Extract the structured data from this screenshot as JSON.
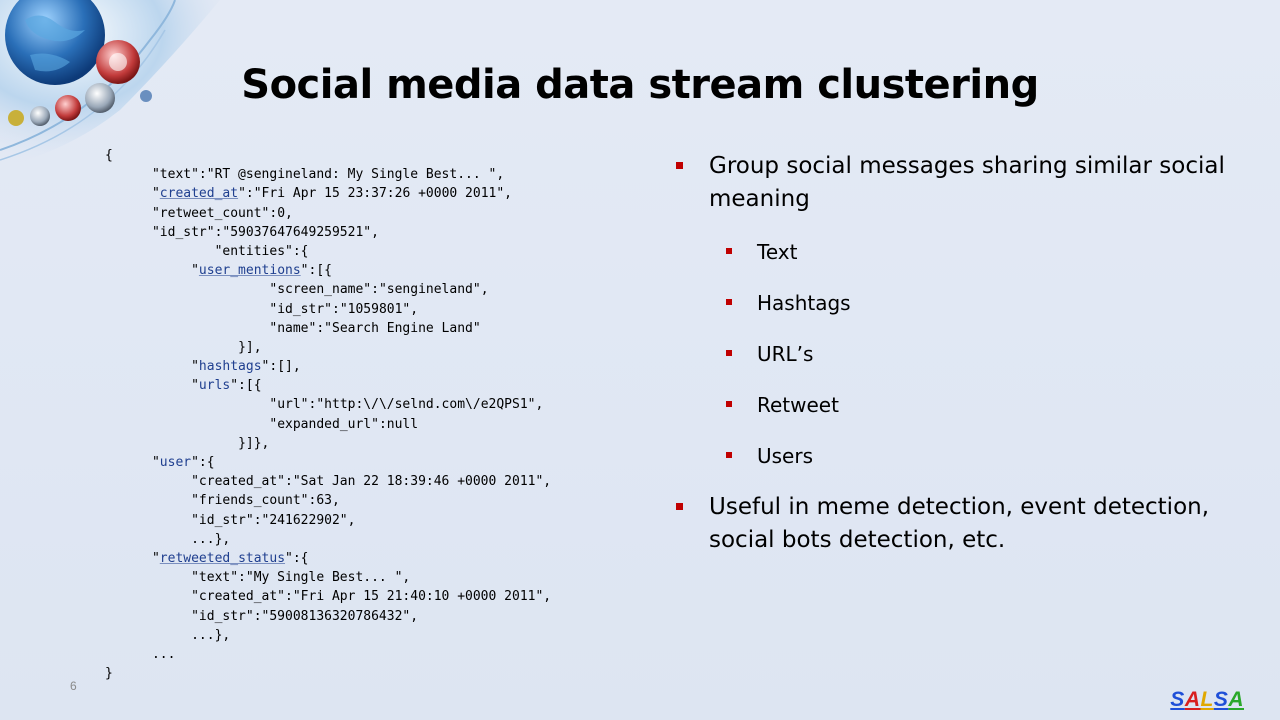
{
  "slide": {
    "title": "Social media data stream clustering",
    "slide_number": "6"
  },
  "code_block": {
    "lines": [
      {
        "indent": "",
        "parts": [
          {
            "t": "{"
          }
        ]
      },
      {
        "indent": "      ",
        "parts": [
          {
            "t": "\"text\":\"RT @sengineland: My Single Best... \","
          }
        ]
      },
      {
        "indent": "      ",
        "parts": [
          {
            "t": "\""
          },
          {
            "t": "created_at",
            "k": true,
            "u": true
          },
          {
            "t": "\":\"Fri Apr 15 23:37:26 +0000 2011\","
          }
        ]
      },
      {
        "indent": "      ",
        "parts": [
          {
            "t": "\"retweet_count\":0,"
          }
        ]
      },
      {
        "indent": "      ",
        "parts": [
          {
            "t": "\"id_str\":\"59037647649259521\","
          }
        ]
      },
      {
        "indent": "              ",
        "parts": [
          {
            "t": "\"entities\":{"
          }
        ]
      },
      {
        "indent": "           ",
        "parts": [
          {
            "t": "\""
          },
          {
            "t": "user_mentions",
            "k": true,
            "u": true
          },
          {
            "t": "\":[{"
          }
        ]
      },
      {
        "indent": "                     ",
        "parts": [
          {
            "t": "\"screen_name\":\"sengineland\","
          }
        ]
      },
      {
        "indent": "                     ",
        "parts": [
          {
            "t": "\"id_str\":\"1059801\","
          }
        ]
      },
      {
        "indent": "                     ",
        "parts": [
          {
            "t": "\"name\":\"Search Engine Land\""
          }
        ]
      },
      {
        "indent": "                 ",
        "parts": [
          {
            "t": "}],"
          }
        ]
      },
      {
        "indent": "           ",
        "parts": [
          {
            "t": "\""
          },
          {
            "t": "hashtags",
            "k": true
          },
          {
            "t": "\":[],"
          }
        ]
      },
      {
        "indent": "           ",
        "parts": [
          {
            "t": "\""
          },
          {
            "t": "urls",
            "k": true
          },
          {
            "t": "\":[{"
          }
        ]
      },
      {
        "indent": "                     ",
        "parts": [
          {
            "t": "\"url\":\"http:\\/\\/selnd.com\\/e2QPS1\","
          }
        ]
      },
      {
        "indent": "                     ",
        "parts": [
          {
            "t": "\"expanded_url\":null"
          }
        ]
      },
      {
        "indent": "                 ",
        "parts": [
          {
            "t": "}]},"
          }
        ]
      },
      {
        "indent": "      ",
        "parts": [
          {
            "t": "\""
          },
          {
            "t": "user",
            "k": true
          },
          {
            "t": "\":{"
          }
        ]
      },
      {
        "indent": "           ",
        "parts": [
          {
            "t": "\"created_at\":\"Sat Jan 22 18:39:46 +0000 2011\","
          }
        ]
      },
      {
        "indent": "           ",
        "parts": [
          {
            "t": "\"friends_count\":63,"
          }
        ]
      },
      {
        "indent": "           ",
        "parts": [
          {
            "t": "\"id_str\":\"241622902\","
          }
        ]
      },
      {
        "indent": "           ",
        "parts": [
          {
            "t": "...},"
          }
        ]
      },
      {
        "indent": "      ",
        "parts": [
          {
            "t": "\""
          },
          {
            "t": "retweeted_status",
            "k": true,
            "u": true
          },
          {
            "t": "\":{"
          }
        ]
      },
      {
        "indent": "           ",
        "parts": [
          {
            "t": "\"text\":\"My Single Best... \","
          }
        ]
      },
      {
        "indent": "           ",
        "parts": [
          {
            "t": "\"created_at\":\"Fri Apr 15 21:40:10 +0000 2011\","
          }
        ]
      },
      {
        "indent": "           ",
        "parts": [
          {
            "t": "\"id_str\":\"59008136320786432\","
          }
        ]
      },
      {
        "indent": "           ",
        "parts": [
          {
            "t": "...},"
          }
        ]
      },
      {
        "indent": "      ",
        "parts": [
          {
            "t": "..."
          }
        ]
      },
      {
        "indent": "",
        "parts": [
          {
            "t": "}"
          }
        ]
      }
    ]
  },
  "bullets": {
    "main_1": "Group social messages sharing similar social meaning",
    "sub": [
      "Text",
      "Hashtags",
      "URL’s",
      "Retweet",
      "Users"
    ],
    "main_2": "Useful in meme detection, event detection, social bots detection, etc."
  },
  "logo": {
    "letters": [
      {
        "ch": "S",
        "color": "#1f4fd8"
      },
      {
        "ch": "A",
        "color": "#d81f1f"
      },
      {
        "ch": "L",
        "color": "#e0a800"
      },
      {
        "ch": "S",
        "color": "#1f4fd8"
      },
      {
        "ch": "A",
        "color": "#2aa82a"
      }
    ]
  },
  "colors": {
    "bullet": "#c00000",
    "json_key": "#1f3f8f"
  }
}
